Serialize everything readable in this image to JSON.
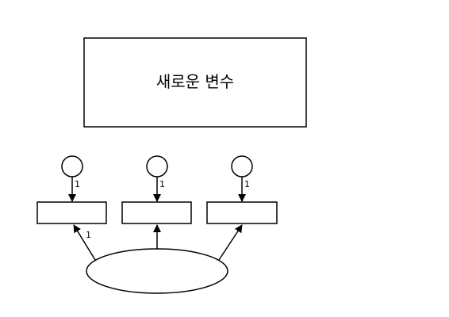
{
  "diagram": {
    "new_variable": {
      "label": "새로운 변수"
    },
    "error_paths": [
      {
        "coefficient": "1"
      },
      {
        "coefficient": "1"
      },
      {
        "coefficient": "1"
      }
    ],
    "factor_paths": [
      {
        "coefficient": "1"
      },
      {
        "coefficient": ""
      },
      {
        "coefficient": ""
      }
    ],
    "colors": {
      "stroke": "#000000",
      "background": "#ffffff"
    }
  }
}
